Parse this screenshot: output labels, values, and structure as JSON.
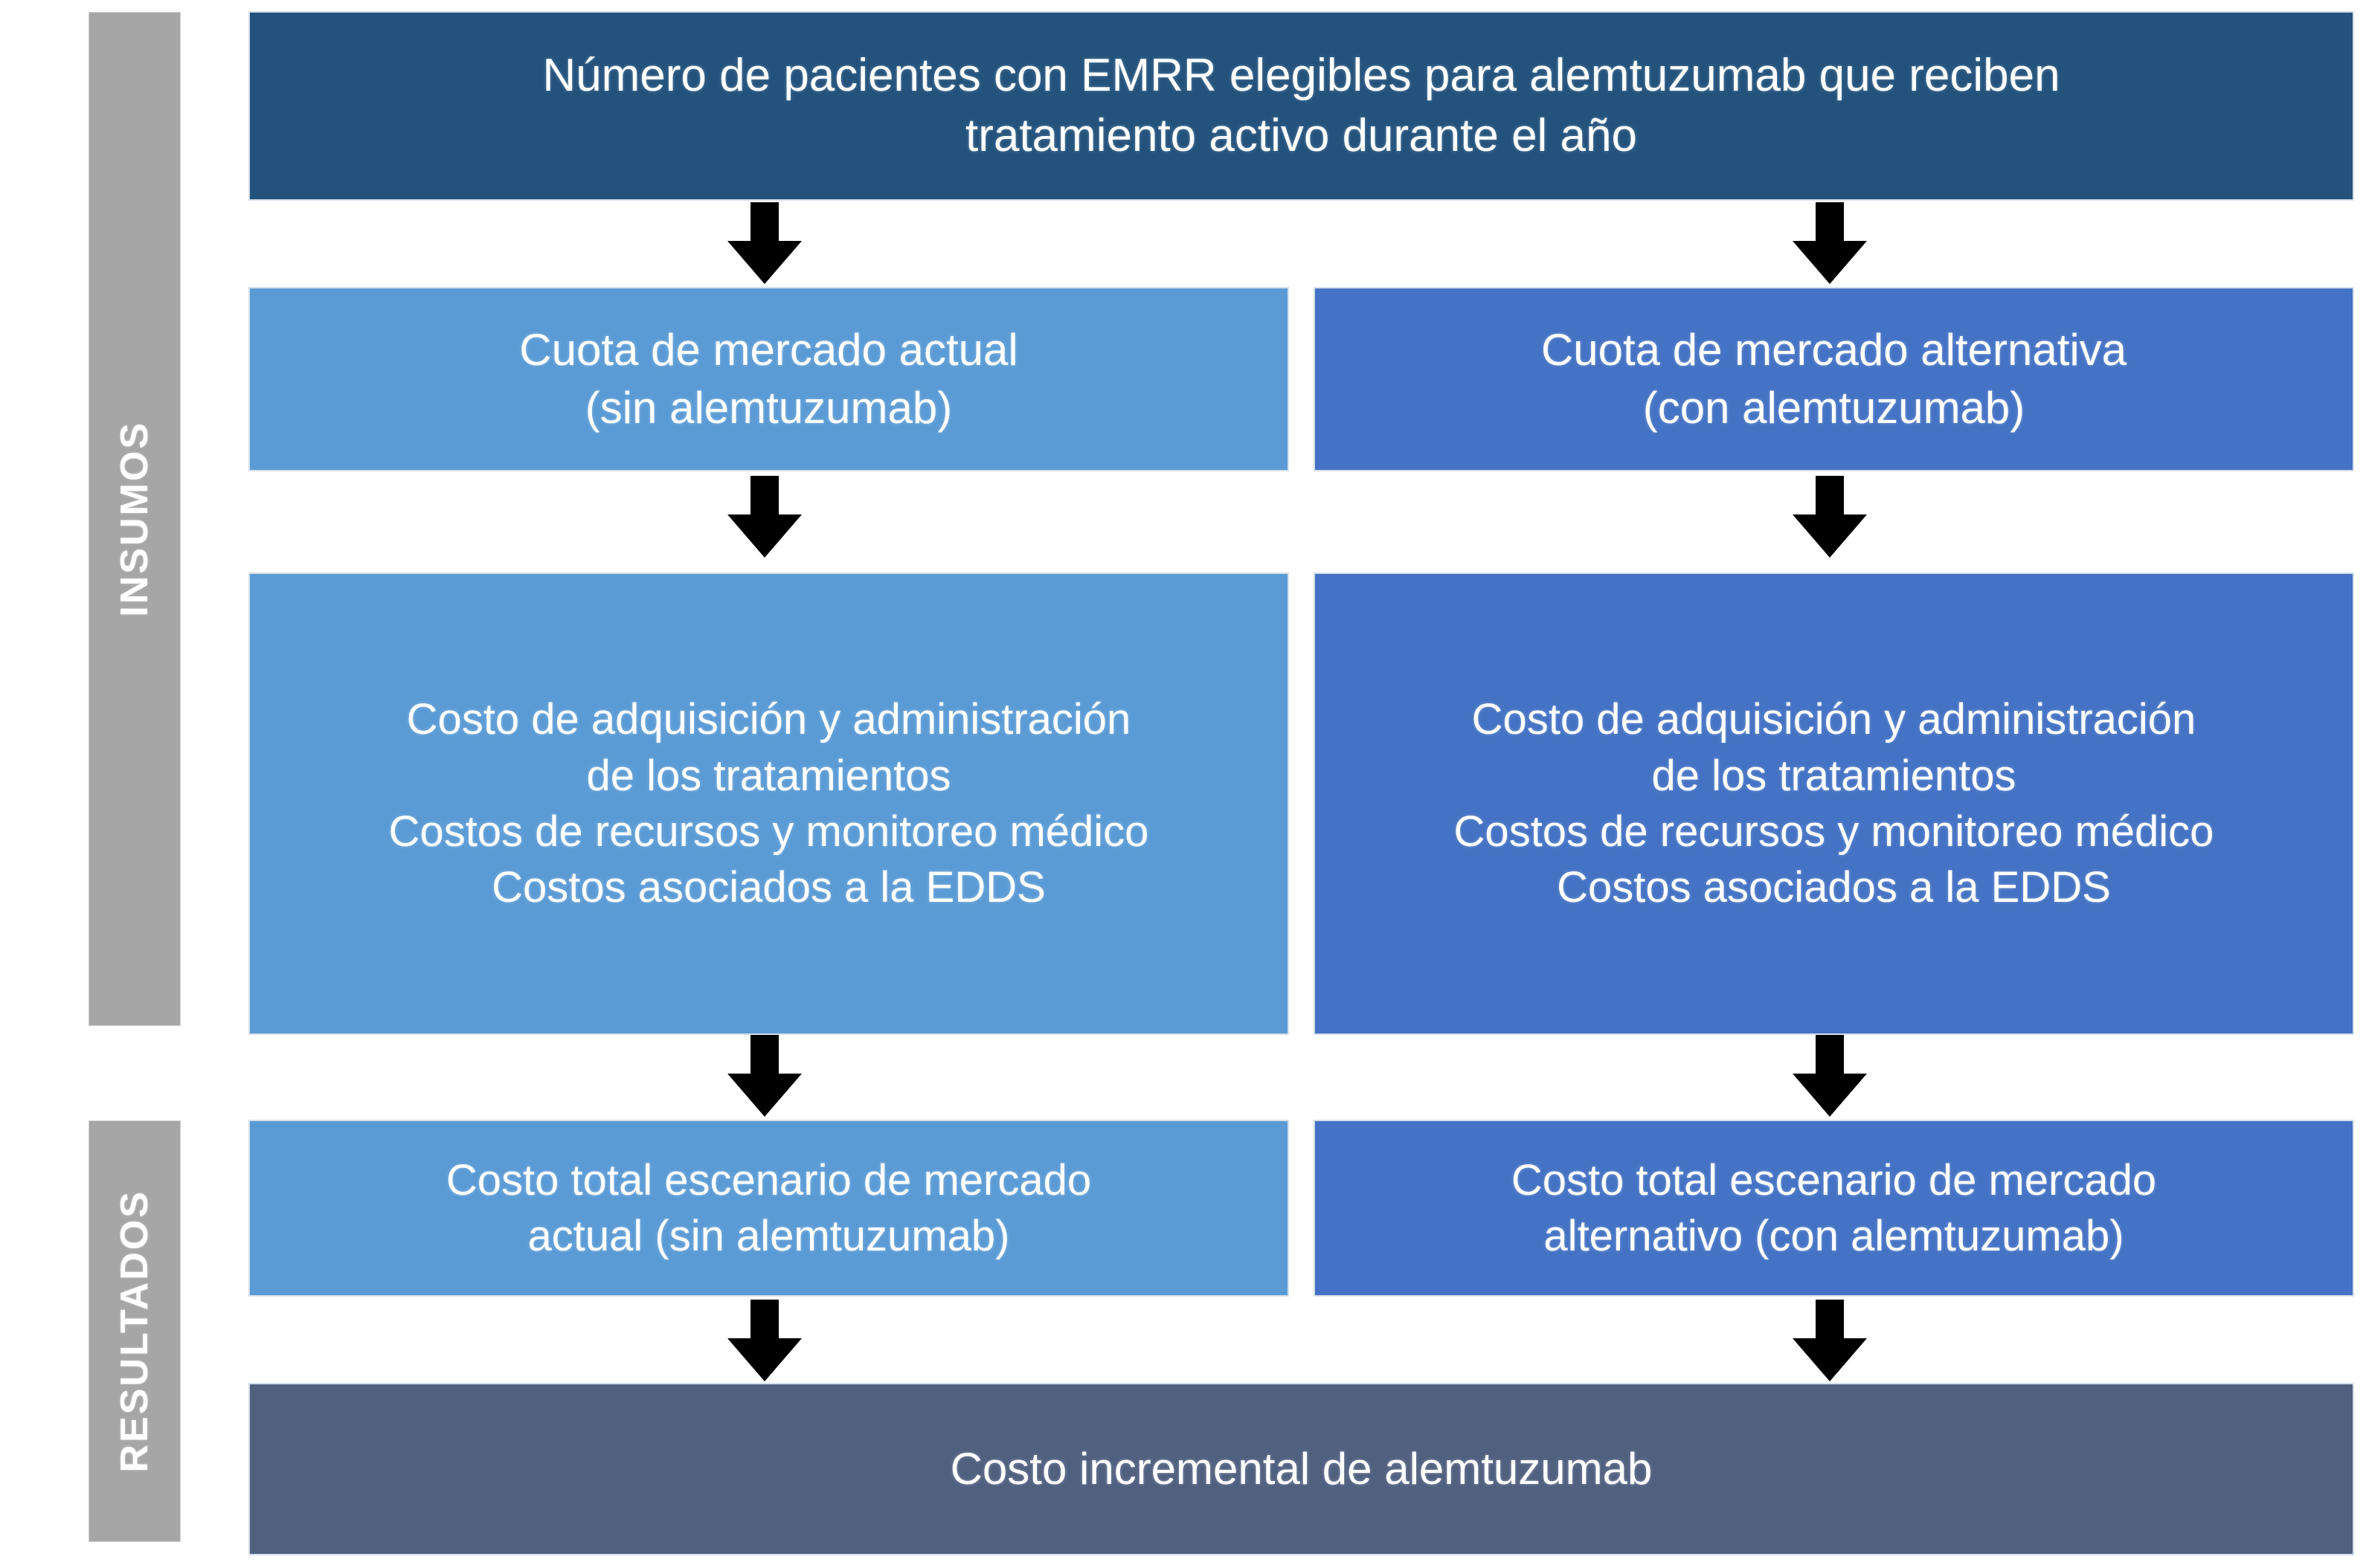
{
  "diagram": {
    "rails": [
      {
        "id": "insumos",
        "label": "INSUMOS"
      },
      {
        "id": "resultados",
        "label": "RESULTADOS"
      }
    ],
    "nodes": {
      "eligible_patients": "Número de pacientes con EMRR elegibles para alemtuzumab que reciben\ntratamiento activo durante el año",
      "market_current": "Cuota de mercado actual\n(sin alemtuzumab)",
      "market_alternative": "Cuota de mercado alternativa\n(con alemtuzumab)",
      "costs_current": "Costo de adquisición y administración\nde los tratamientos\nCostos de recursos y monitoreo médico\nCostos asociados a la EDDS",
      "costs_alternative": "Costo de adquisición y administración\nde los tratamientos\nCostos de recursos y monitoreo médico\nCostos asociados a la EDDS",
      "total_current": "Costo total escenario de mercado\nactual (sin alemtuzumab)",
      "total_alternative": "Costo total escenario de mercado\nalternativo (con alemtuzumab)",
      "incremental_cost": "Costo incremental de alemtuzumab"
    },
    "colors": {
      "header": "#23527C",
      "current_scenario": "#5B9BD5",
      "alternative_scenario": "#4472C4",
      "result": "#50607F",
      "rail": "#A6A6A6",
      "arrow": "#000000",
      "text": "#FFFFFF"
    }
  }
}
